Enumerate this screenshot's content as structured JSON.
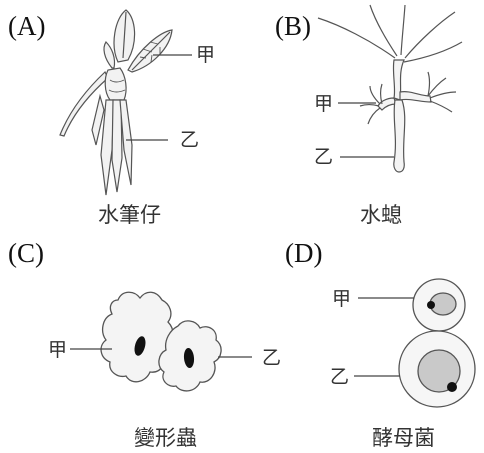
{
  "panels": [
    {
      "letter": "(A)",
      "caption": "水筆仔",
      "label_jia": "甲",
      "label_yi": "乙"
    },
    {
      "letter": "(B)",
      "caption": "水螅",
      "label_jia": "甲",
      "label_yi": "乙"
    },
    {
      "letter": "(C)",
      "caption": "變形蟲",
      "label_jia": "甲",
      "label_yi": "乙"
    },
    {
      "letter": "(D)",
      "caption": "酵母菌",
      "label_jia": "甲",
      "label_yi": "乙"
    }
  ]
}
